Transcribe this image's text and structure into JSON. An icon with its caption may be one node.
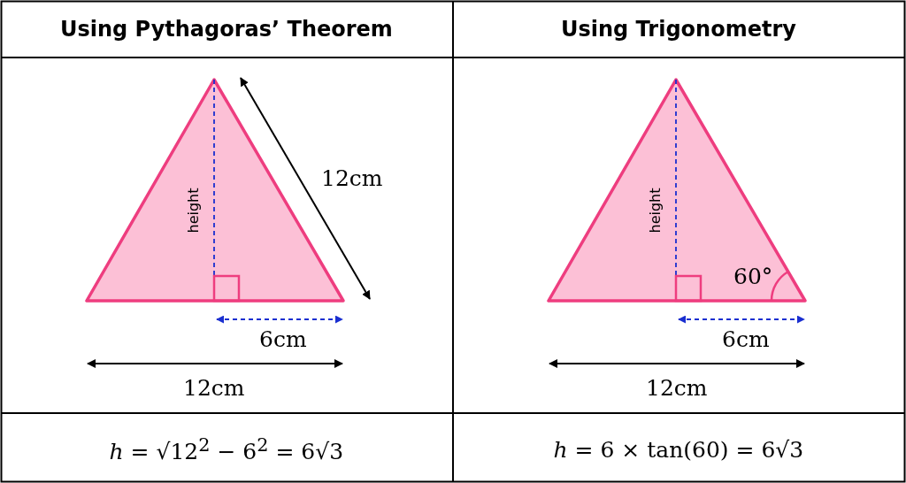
{
  "diagram": {
    "labels": [
      "Using Pythagoras’ Theorem",
      "Using Trigonometry",
      "height",
      "12cm",
      "6cm",
      "12cm",
      "height",
      "60°",
      "6cm",
      "12cm",
      "*h* = √12$^{2}$ − 6$^{2}$ = 6√3",
      "*h* = 6 × tan(60) = 6√3"
    ]
  }
}
